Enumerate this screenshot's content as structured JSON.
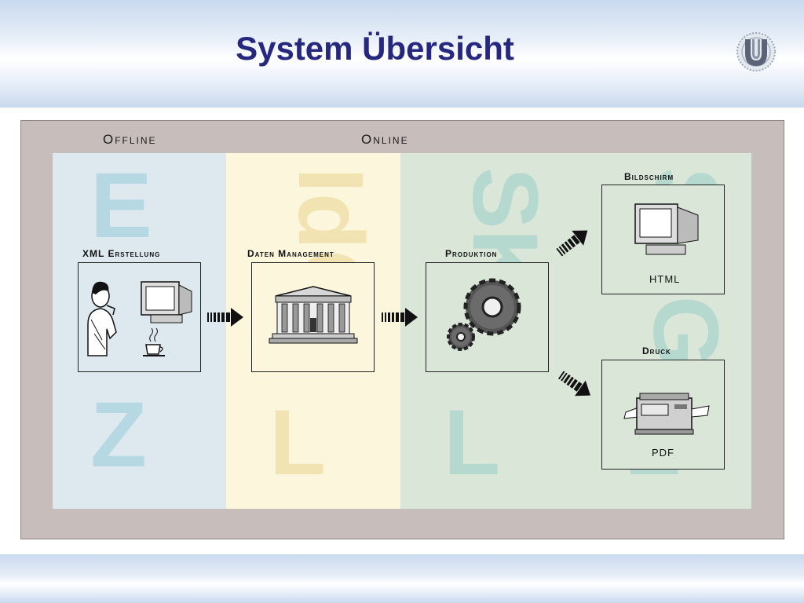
{
  "slide": {
    "title": "System Übersicht",
    "logo_icon": "university-logo-icon"
  },
  "diagram": {
    "phases": {
      "offline": "Offline",
      "online": "Online"
    },
    "watermarks": {
      "zope": [
        "E",
        "Z"
      ],
      "lopi": [
        "IdO",
        "L"
      ],
      "lgks": [
        "SKG",
        "L"
      ]
    },
    "steps": [
      {
        "label": "XML Erstellung",
        "icons": [
          "person-icon",
          "computer-icon",
          "coffee-cup-icon"
        ]
      },
      {
        "label": "Daten Management",
        "icons": [
          "bank-building-icon"
        ]
      },
      {
        "label": "Produktion",
        "icons": [
          "gears-icon"
        ]
      }
    ],
    "outputs": [
      {
        "label": "Bildschirm",
        "text": "HTML",
        "icon": "monitor-icon"
      },
      {
        "label": "Druck",
        "text": "PDF",
        "icon": "printer-icon"
      }
    ],
    "colors": {
      "title": "#26287f",
      "frame": "#c7bebb",
      "offline_panel": "#dde9ef",
      "data_panel": "#fbf6dc",
      "online_panel": "#d9e6d8"
    }
  }
}
